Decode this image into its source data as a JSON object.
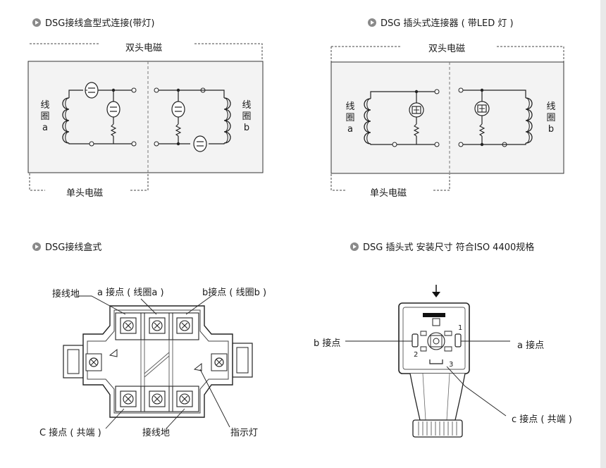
{
  "headers": {
    "h1": "DSG接线盒型式连接(带灯)",
    "h2": "DSG 插头式连接器 ( 带LED 灯 )",
    "h3": "DSG接线盒式",
    "h4": "DSG 插头式 安装尺寸 符合ISO 4400规格"
  },
  "panel_left": {
    "double_solenoid": "双头电磁",
    "single_solenoid": "单头电磁",
    "coil_a": [
      "线",
      "圈",
      "a"
    ],
    "coil_b": [
      "线",
      "圈",
      "b"
    ]
  },
  "panel_right": {
    "double_solenoid": "双头电磁",
    "single_solenoid": "单头电磁",
    "coil_a": [
      "线",
      "圈",
      "a"
    ],
    "coil_b": [
      "线",
      "圈",
      "b"
    ]
  },
  "junction_box": {
    "ground_top": "接线地",
    "contact_a": "a 接点 ( 线圈a )",
    "contact_b": "b接点 ( 线圈b )",
    "contact_c": "C 接点 ( 共端 )",
    "ground_bottom": "接线地",
    "indicator": "指示灯"
  },
  "plug": {
    "contact_b": "b 接点",
    "contact_a": "a 接点",
    "contact_c": "c 接点 ( 共端 )",
    "pin_1": "1",
    "pin_2": "2",
    "pin_3": "3"
  }
}
